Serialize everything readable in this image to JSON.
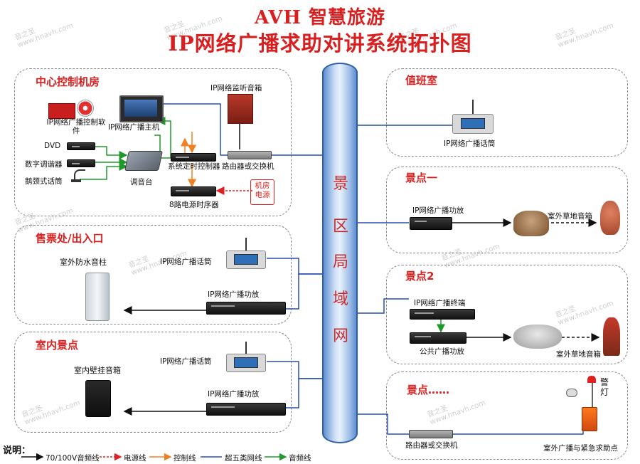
{
  "header": {
    "title_line1": "AVH 智慧旅游",
    "title_line2": "IP网络广播求助对讲系统拓扑图"
  },
  "backbone": {
    "chars": [
      "景",
      "区",
      "局",
      "域",
      "网"
    ]
  },
  "panels": {
    "control_room": {
      "title": "中心控制机房",
      "labels": {
        "software": "IP网络广播控制软件",
        "host": "IP网络广播主机",
        "monitor_speaker": "IP网络监听音箱",
        "dvd": "DVD",
        "tuner": "数字调谐器",
        "gooseneck_mic": "鹅颈式话筒",
        "mixer": "调音台",
        "timer": "系统定时控制器",
        "router": "路由器或交换机",
        "power_sequencer": "8路电源时序器",
        "mains": "机房电源"
      }
    },
    "ticket": {
      "title": "售票处/出入口",
      "labels": {
        "speaker": "室外防水音柱",
        "mic": "IP网络广播话筒",
        "amp": "IP网络广播功放"
      }
    },
    "indoor": {
      "title": "室内景点",
      "labels": {
        "speaker": "室内壁挂音箱",
        "mic": "IP网络广播话筒",
        "amp": "IP网络广播功放"
      }
    },
    "duty": {
      "title": "值班室",
      "labels": {
        "mic": "IP网络广播话筒"
      }
    },
    "spot1": {
      "title": "景点一",
      "labels": {
        "amp": "IP网络广播功放",
        "speaker": "室外草地音箱"
      }
    },
    "spot2": {
      "title": "景点2",
      "labels": {
        "terminal": "IP网络广播终端",
        "amp": "公共广播功放",
        "speaker": "室外草地音箱"
      }
    },
    "spot_more": {
      "title": "景点……",
      "labels": {
        "router": "路由器或交换机",
        "helppoint": "室外广播与紧急求助点",
        "lamp": "警灯"
      }
    }
  },
  "legend": {
    "title": "说明：",
    "items": [
      {
        "label": "70/100V音频线",
        "color": "#111111"
      },
      {
        "label": "电源线",
        "color": "#e02020"
      },
      {
        "label": "控制线",
        "color": "#f08020"
      },
      {
        "label": "超五类网线",
        "color": "#2a4fb0"
      },
      {
        "label": "音频线",
        "color": "#1f9a2a"
      }
    ]
  },
  "watermark": {
    "line1": "音之圣",
    "line2": "www.hnavh.com"
  },
  "colors": {
    "title_red": "#d82020",
    "network_blue": "#2a4fb0",
    "audio_green": "#1f9a2a",
    "control_orange": "#f08020",
    "power_red": "#e02020"
  }
}
